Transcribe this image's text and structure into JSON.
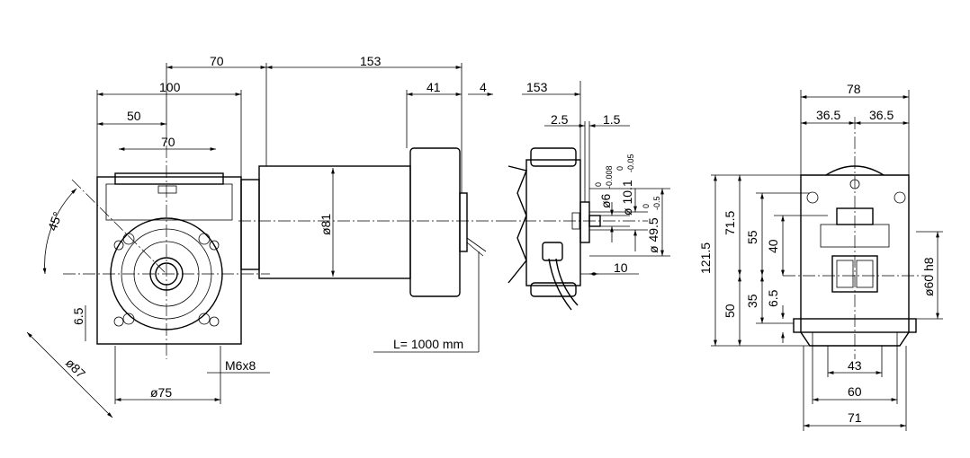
{
  "front_view": {
    "dims": {
      "d70_top": "70",
      "d153_top": "153",
      "d100": "100",
      "d41": "41",
      "d4": "4",
      "d50": "50",
      "d70_inner": "70",
      "angle": "45°",
      "dia81": "ø81",
      "d6_5": "6.5",
      "dia87": "ø87",
      "thread": "M6x8",
      "cable": "L= 1000 mm",
      "dia75": "ø75"
    }
  },
  "side_view": {
    "dims": {
      "d153": "153",
      "d2_5": "2.5",
      "d1_5": "1.5",
      "dia6": "ø6",
      "dia6_tol_upper": "0",
      "dia6_tol_lower": "-0.008",
      "dia10": "ø 10.1",
      "dia10_tol_upper": "0",
      "dia10_tol_lower": "-0.05",
      "dia49": "ø 49.5",
      "dia49_tol_upper": "0",
      "dia49_tol_lower": "-0.5",
      "d10": "10"
    }
  },
  "end_view": {
    "dims": {
      "d78": "78",
      "d36_5_left": "36.5",
      "d36_5_right": "36.5",
      "d121_5": "121.5",
      "d71_5": "71.5",
      "d55": "55",
      "d40": "40",
      "d50": "50",
      "d35": "35",
      "d6_5": "6.5",
      "dia60": "ø60 h8",
      "d43": "43",
      "d60": "60",
      "d71": "71"
    }
  }
}
